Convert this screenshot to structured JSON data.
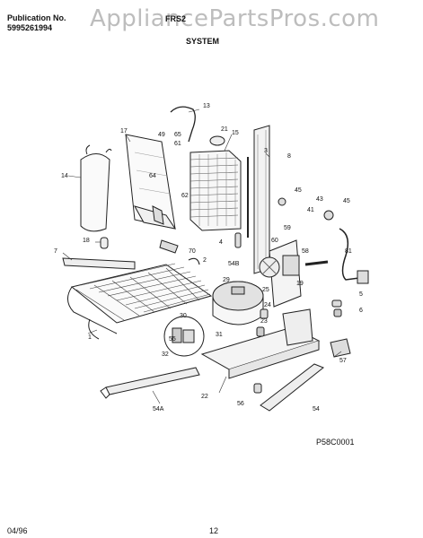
{
  "header": {
    "publication_label": "Publication No.",
    "publication_number": "5995261994",
    "model_partial": "FRS2",
    "section_title": "SYSTEM",
    "watermark": "AppliancePartsPros.com"
  },
  "footer": {
    "date": "04/96",
    "page_number": "12",
    "diagram_ref": "P58C0001"
  },
  "callouts": [
    "13",
    "17",
    "49",
    "65",
    "21",
    "15",
    "3",
    "8",
    "61",
    "64",
    "14",
    "62",
    "45",
    "43",
    "45",
    "41",
    "4",
    "60",
    "59",
    "70",
    "58",
    "18",
    "2",
    "7",
    "54B",
    "81",
    "19",
    "29",
    "25",
    "5",
    "6",
    "30",
    "24",
    "23",
    "55",
    "31",
    "57",
    "32",
    "1",
    "22",
    "56",
    "54A",
    "54"
  ]
}
